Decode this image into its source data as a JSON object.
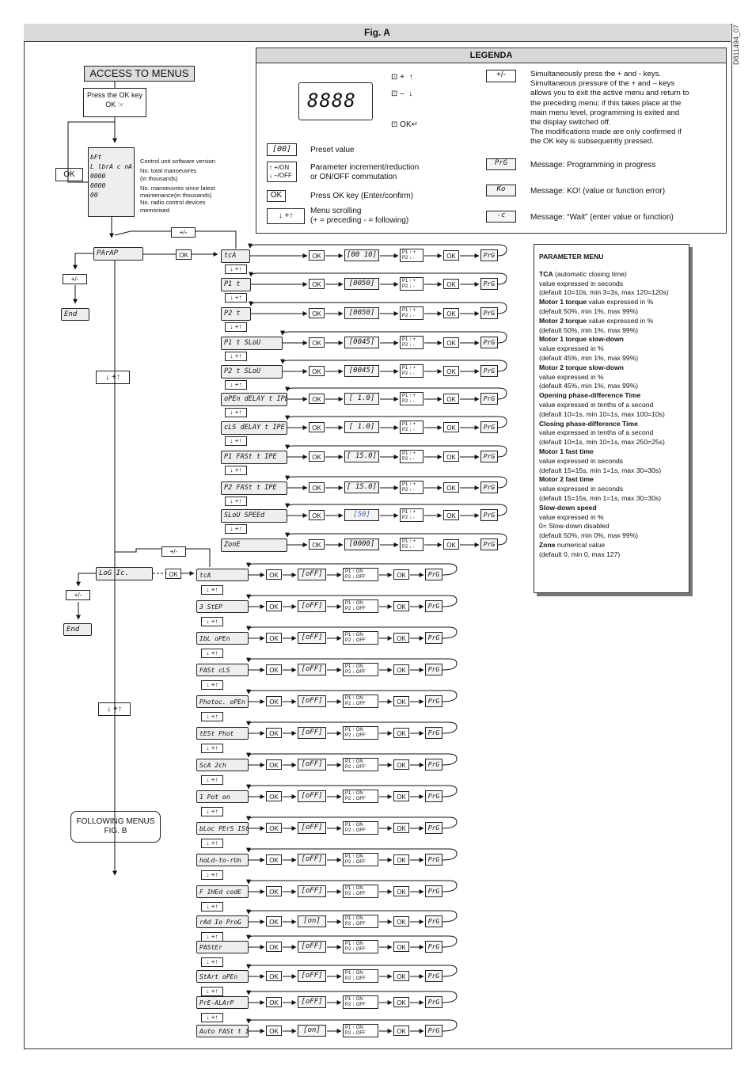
{
  "figure_title": "Fig. A",
  "side_code": "D811494_07",
  "legend": {
    "title": "LEGENDA",
    "display_digits": "8888",
    "arrow_plus": "+",
    "arrow_minus": "–",
    "ok_key": "OK",
    "plusminus_key": "+/-",
    "plusminus_text": [
      "Simultaneously press the + and - keys.",
      "Simultaneous pressure of the + and – keys",
      "allows you to exit the active menu and return to",
      "the preceding menu; if this takes place at the",
      "main menu level, programming is exited and",
      "the display switched off.",
      "The modifications made are only confirmed if",
      "the OK key is subsequently pressed."
    ],
    "preset_symbol": "[00]",
    "preset_text": "Preset value",
    "param_symbol_on": "+/ON",
    "param_symbol_off": "–/OFF",
    "param_text_1": "Parameter increment/reduction",
    "param_text_2": "or ON/OFF commutation",
    "ok_symbol": "OK",
    "ok_text": "Press OK key (Enter/confirm)",
    "scroll_symbol": "+",
    "scroll_text_1": "Menu scrolling",
    "scroll_text_2": "(+ = preceding   - = following)",
    "prg_symbol": "PrG",
    "prg_text": "Message: Programming in progress",
    "ko_symbol": "Ko",
    "ko_text": "Message: KO! (value or function error)",
    "wait_symbol": "-c",
    "wait_text": "Message: “Wait” (enter value or function)"
  },
  "access": {
    "title": "ACCESS TO MENUS",
    "press_ok_1": "Press the OK key",
    "press_ok_2": "OK",
    "ok_side": "OK",
    "display_lines": [
      "bFt",
      "L lbrA c nA",
      "0000",
      "0000",
      "00"
    ],
    "notes": [
      "Control unit software version",
      "No. total manoeuvres",
      "(in thousands)",
      "No. manoeuvres since latest",
      "maintenance(in thousands)",
      "No. radio control devices",
      "memorised"
    ]
  },
  "main_menu": {
    "param_label": "PArAP",
    "logic_label": "LoG Ic.",
    "plusminus": "+/-",
    "ok": "OK",
    "end": "End",
    "scroll": "+",
    "following_1": "FOLLOWING MENUS",
    "following_2": "FIG. B"
  },
  "param_items": [
    {
      "label": "tcA",
      "value": "[00 10]"
    },
    {
      "label": "P1 t",
      "value": "[0050]"
    },
    {
      "label": "P2 t",
      "value": "[0050]"
    },
    {
      "label": "P1 t SLoU",
      "value": "[0045]"
    },
    {
      "label": "P2 t SLoU",
      "value": "[0045]"
    },
    {
      "label": "oPEn dELAY t IPE",
      "value": "[ 1.0]"
    },
    {
      "label": "cLS dELAY t IPE",
      "value": "[ 1.0]"
    },
    {
      "label": "P1 FASt t IPE",
      "value": "[ 15.0]"
    },
    {
      "label": "P2 FASt t IPE",
      "value": "[ 15.0]"
    },
    {
      "label": "SLoU SPEEd",
      "value": "[50]"
    },
    {
      "label": "ZonE",
      "value": "[0000]"
    }
  ],
  "logic_items": [
    {
      "label": "tcA",
      "value": "[oFF]"
    },
    {
      "label": "3 StEP",
      "value": "[oFF]"
    },
    {
      "label": "IbL oPEn",
      "value": "[oFF]"
    },
    {
      "label": "FASt cLS",
      "value": "[oFF]"
    },
    {
      "label": "Photoc. oPEn",
      "value": "[oFF]"
    },
    {
      "label": "tESt Phot",
      "value": "[oFF]"
    },
    {
      "label": "ScA 2ch",
      "value": "[oFF]"
    },
    {
      "label": "1 Pot on",
      "value": "[oFF]"
    },
    {
      "label": "bLoc PErS ISt",
      "value": "[oFF]"
    },
    {
      "label": "hoLd-to-rUn",
      "value": "[oFF]"
    },
    {
      "label": "F IHEd codE",
      "value": "[oFF]"
    },
    {
      "label": "rAd Io ProG",
      "value": "[on]"
    },
    {
      "label": "PAStEr",
      "value": "[oFF]"
    },
    {
      "label": "StArt oPEn",
      "value": "[oFF]"
    },
    {
      "label": "PrE-ALArP",
      "value": "[oFF]"
    },
    {
      "label": "Auto FASt t IPE",
      "value": "[on]"
    }
  ],
  "row_labels": {
    "ok": "OK",
    "prg": "PrG",
    "p1": "P1",
    "p2": "P2",
    "on": "ON",
    "off": "OFF"
  },
  "parameter_menu": {
    "title": "PARAMETER MENU",
    "lines": [
      {
        "bold": "TCA",
        "text": " (automatic closing time)"
      },
      {
        "bold": "",
        "text": "value expressed in seconds"
      },
      {
        "bold": "",
        "text": "(default 10=10s, min 3=3s, max 120=120s)"
      },
      {
        "bold": "Motor 1 torque",
        "text": " value expressed in %"
      },
      {
        "bold": "",
        "text": "(default 50%, min 1%, max 99%)"
      },
      {
        "bold": "Motor 2 torque",
        "text": " value expressed in %"
      },
      {
        "bold": "",
        "text": "(default 50%, min 1%, max 99%)"
      },
      {
        "bold": "Motor 1 torque slow-down",
        "text": ""
      },
      {
        "bold": "",
        "text": "value expressed in %"
      },
      {
        "bold": "",
        "text": "(default 45%, min 1%, max 99%)"
      },
      {
        "bold": "Motor 2 torque slow-down",
        "text": ""
      },
      {
        "bold": "",
        "text": "value expressed in %"
      },
      {
        "bold": "",
        "text": "(default 45%, min 1%, max 99%)"
      },
      {
        "bold": "Opening phase-difference Time",
        "text": ""
      },
      {
        "bold": "",
        "text": "value expressed in tenths of a second"
      },
      {
        "bold": "",
        "text": "(default 10=1s, min 10=1s, max 100=10s)"
      },
      {
        "bold": "Closing phase-difference Time",
        "text": ""
      },
      {
        "bold": "",
        "text": "value expressed in tenths of a second"
      },
      {
        "bold": "",
        "text": "(default 10=1s, min 10=1s, max 250=25s)"
      },
      {
        "bold": "Motor 1 fast time",
        "text": ""
      },
      {
        "bold": "",
        "text": "value expressed in seconds"
      },
      {
        "bold": "",
        "text": "(default 15=15s, min 1=1s, max 30=30s)"
      },
      {
        "bold": "Motor 2 fast time",
        "text": ""
      },
      {
        "bold": "",
        "text": "value expressed in seconds"
      },
      {
        "bold": "",
        "text": "(default 15=15s, min 1=1s, max 30=30s)"
      },
      {
        "bold": "Slow-down speed",
        "text": ""
      },
      {
        "bold": "",
        "text": "value expressed in %"
      },
      {
        "bold": "",
        "text": "0= Slow-down disabled"
      },
      {
        "bold": "",
        "text": "(default 50%, min 0%, max 99%)"
      },
      {
        "bold": "Zone",
        "text": " numerical value"
      },
      {
        "bold": "",
        "text": "(default 0, min 0, max 127)"
      }
    ]
  }
}
